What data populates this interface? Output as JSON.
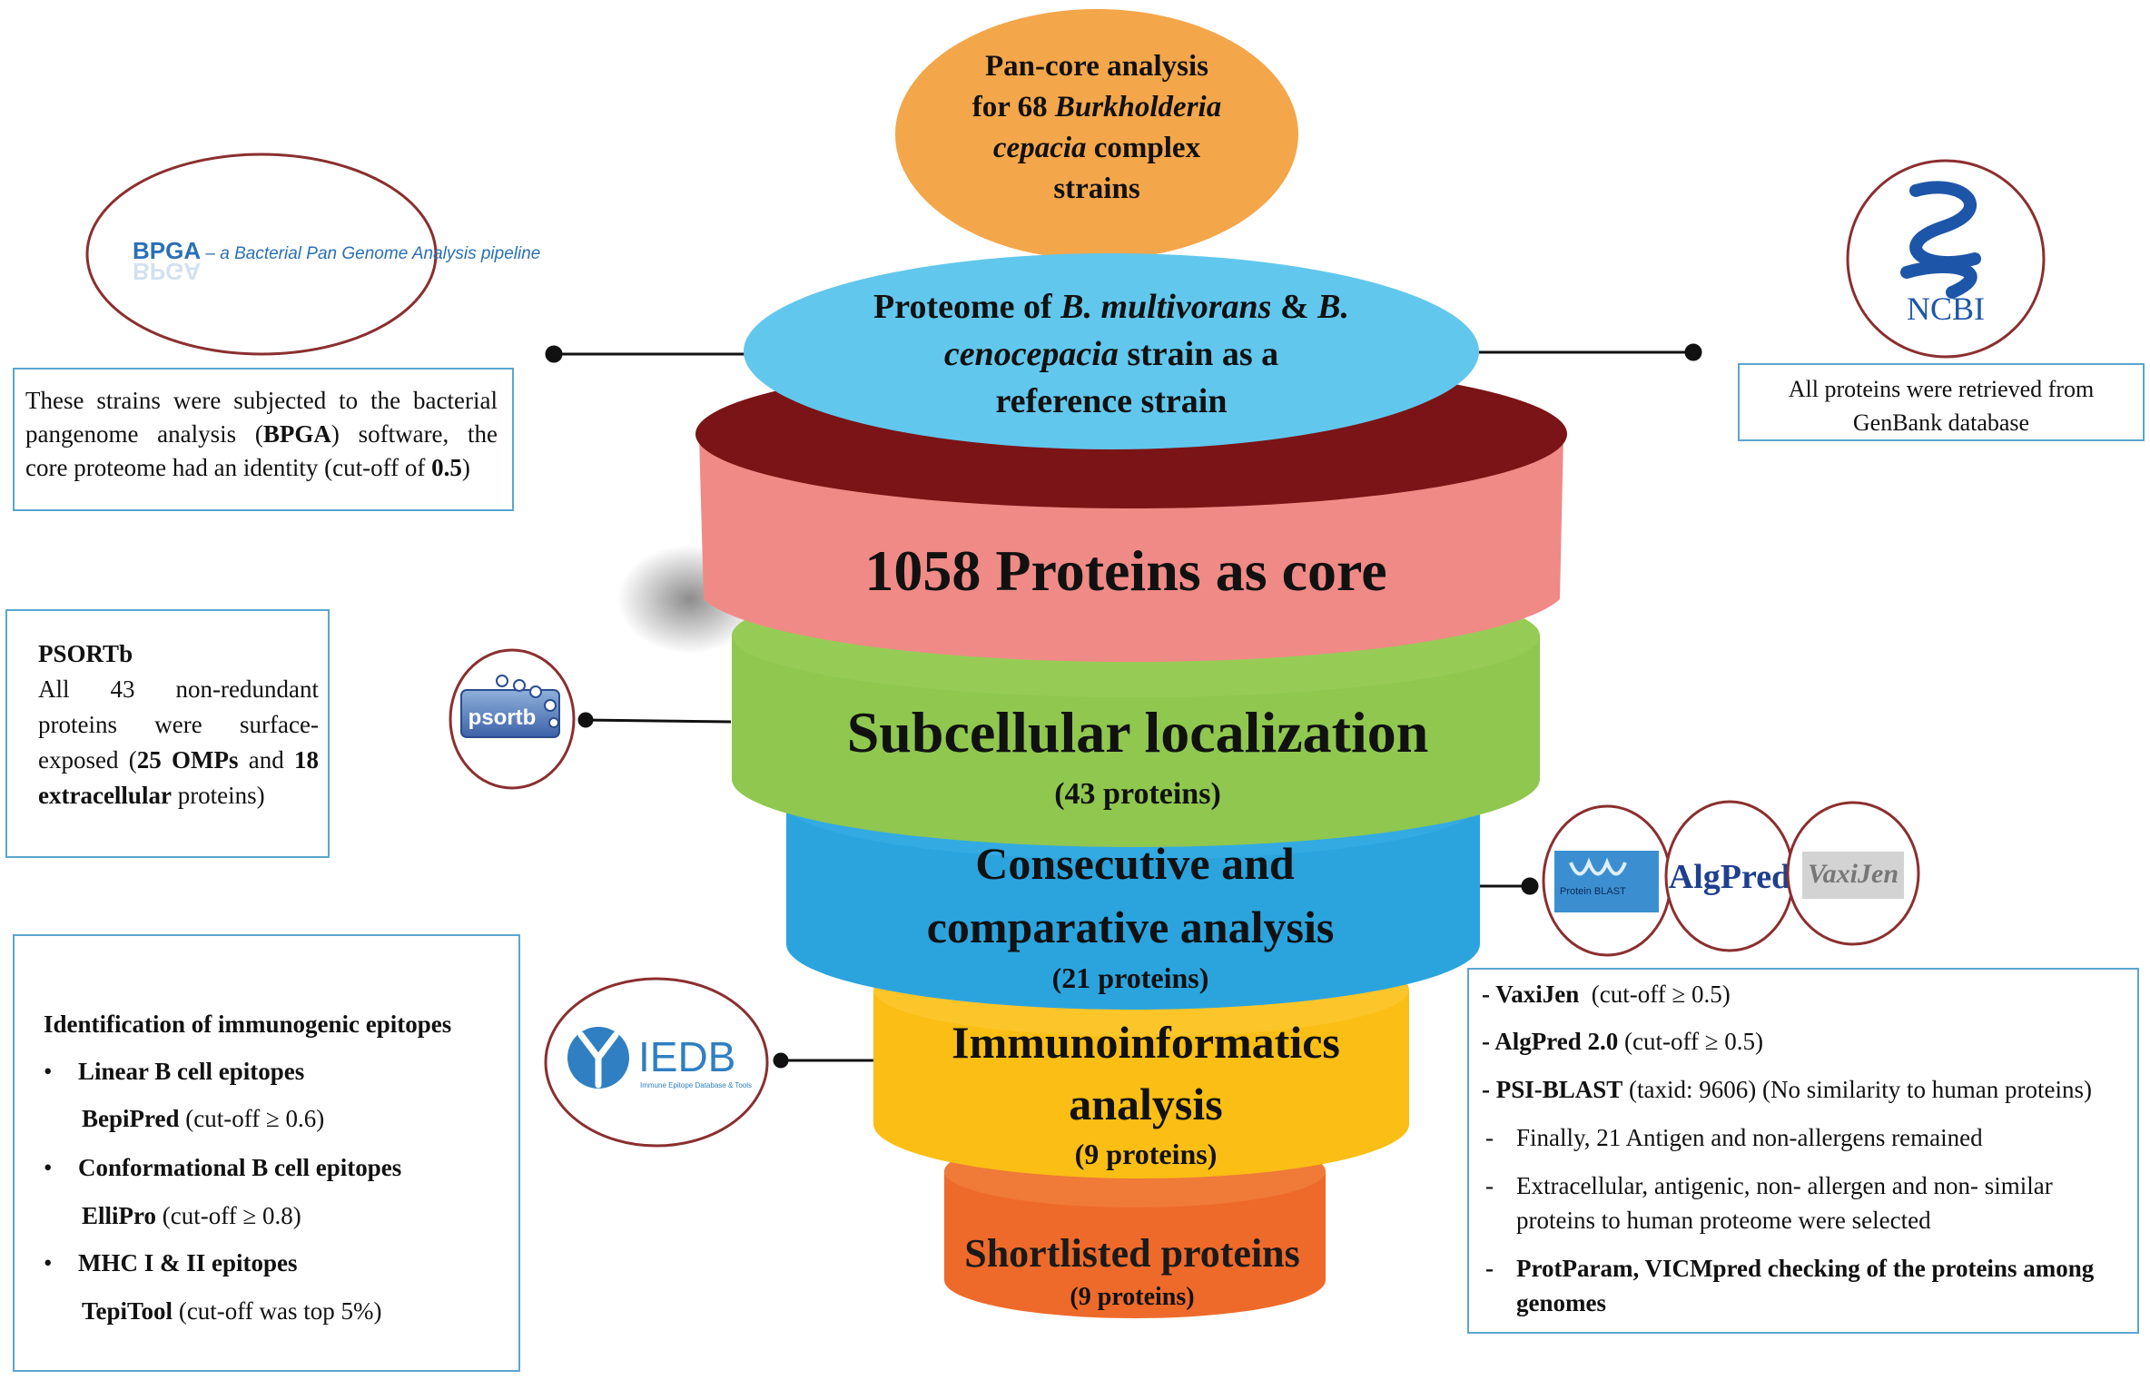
{
  "top_oval": {
    "line1": "Pan-core analysis",
    "line2_pre": "for 68 ",
    "line2_it": "Burkholderia",
    "line3_it": "cepacia",
    "line3_post": " complex",
    "line4": "strains"
  },
  "reference_oval": {
    "l1_pre": "Proteome of ",
    "l1_it1": "B. multivorans",
    "l1_mid": " & ",
    "l1_it2": "B.",
    "l2_it": "cenocepacia",
    "l2_post": " strain as a",
    "l3": "reference strain"
  },
  "funnel": {
    "core": "1058 Proteins as core",
    "subcell_title": "Subcellular localization",
    "subcell_count": "(43 proteins)",
    "consec_l1": "Consecutive and",
    "consec_l2": "comparative analysis",
    "consec_count": "(21 proteins)",
    "immuno_l1": "Immunoinformatics",
    "immuno_l2": "analysis",
    "immuno_count": "(9 proteins)",
    "short_title": "Shortlisted proteins",
    "short_count": "(9 proteins)"
  },
  "logos": {
    "bpga_main": "BPGA",
    "bpga_sub": " – a Bacterial Pan Genome Analysis pipeline",
    "ncbi": "NCBI",
    "psortb": "psortb",
    "iedb": "IEDB",
    "iedb_sub": "Immune Epitope Database & Tools",
    "blast": "Protein BLAST",
    "algpred": "AlgPred",
    "vaxijen": "VaxiJen"
  },
  "bpga_box": {
    "l1": "These strains were subjected to the bacterial",
    "l2_pre": "pangenome analysis (",
    "l2_b": "BPGA",
    "l2_post": ") software, the",
    "l3_pre": "core proteome had an identity (cut-off of ",
    "l3_b": "0.5",
    "l3_post": ")"
  },
  "ncbi_box": {
    "l1": "All proteins were retrieved from",
    "l2": "GenBank database"
  },
  "psortb_box": {
    "title": "PSORTb",
    "l1": "All 43 non-redundant",
    "l2": "proteins were surface-",
    "l3_pre": "exposed (",
    "l3_b": "25 OMPs",
    "l3_mid": " and ",
    "l3_b2": "18",
    "l4_b": "extracellular",
    "l4_post": " proteins)"
  },
  "epitope_box": {
    "title": "Identification of immunogenic epitopes",
    "bullet": "•",
    "i1": "Linear B cell epitopes",
    "i1_tool": "BepiPred",
    "i1_cut": " (cut-off ≥ 0.6)",
    "i2": "Conformational B cell epitopes",
    "i2_tool": "ElliPro",
    "i2_cut": " (cut-off ≥ 0.8)",
    "i3": "MHC I & II epitopes",
    "i3_tool": "TepiTool",
    "i3_cut": " (cut-off was top 5%)"
  },
  "criteria_box": {
    "dash": "-",
    "c1_b": "- VaxiJen",
    "c1": "  (cut-off ≥ 0.5)",
    "c2_b": "- AlgPred 2.0",
    "c2": " (cut-off ≥ 0.5)",
    "c3_b": "- PSI-BLAST",
    "c3": " (taxid: 9606) (No similarity to human proteins)",
    "c4": "Finally, 21 Antigen and non-allergens remained",
    "c5_l1": "Extracellular, antigenic, non- allergen and non- similar",
    "c5_l2": "proteins to human proteome were selected",
    "c6_l1": "ProtParam, VICMpred checking of the proteins among",
    "c6_l2": "genomes"
  },
  "colors": {
    "orange": "#f4a64a",
    "sky": "#62c7ec",
    "dark_red": "#7b1416",
    "pink": "#f08a86",
    "green": "#8fc74f",
    "blue": "#2ba4de",
    "yellow": "#fbbe14",
    "deep_orange": "#ee6a2a",
    "logo_ring": "#8b2f2f",
    "box_border": "#5aa6cf"
  }
}
